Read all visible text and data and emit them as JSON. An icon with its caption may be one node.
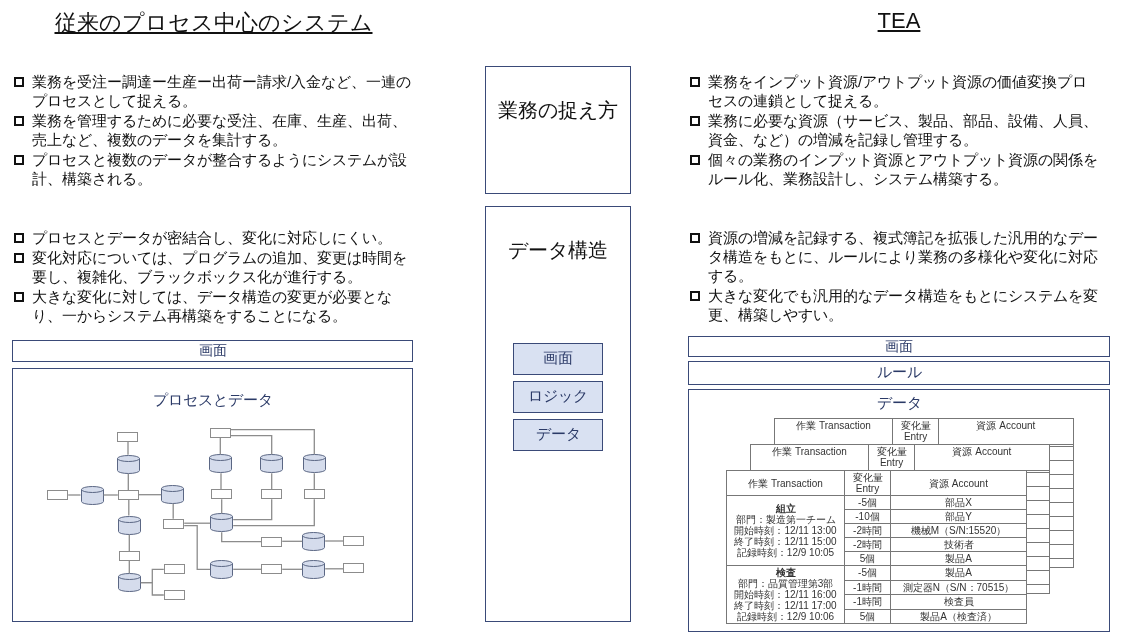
{
  "diagram": {
    "nodes": [
      {
        "text": [
          "業務の捉え方"
        ]
      },
      {
        "text": [
          "データ構造"
        ]
      },
      {
        "text": [
          "画面"
        ],
        "in": 1
      },
      {
        "text": [
          "ロジック"
        ],
        "in": 1
      },
      {
        "text": [
          "データ"
        ],
        "in": 1
      },
      {
        "text": [
          "画面"
        ]
      },
      {
        "text": [
          "プロセスとデータ"
        ]
      },
      {
        "text": [],
        "shape": "box",
        "in": 6
      },
      {
        "text": [],
        "shape": "cylinder",
        "in": 6
      },
      {
        "text": [],
        "shape": "box",
        "in": 6
      },
      {
        "text": [],
        "shape": "cylinder",
        "in": 6
      },
      {
        "text": [],
        "shape": "box",
        "in": 6
      },
      {
        "text": [],
        "shape": "cylinder",
        "in": 6
      },
      {
        "text": [],
        "shape": "box",
        "in": 6
      },
      {
        "text": [],
        "shape": "cylinder",
        "in": 6
      },
      {
        "text": [],
        "shape": "box",
        "in": 6
      },
      {
        "text": [],
        "shape": "cylinder",
        "in": 6
      },
      {
        "text": [],
        "shape": "box",
        "in": 6
      },
      {
        "text": [],
        "shape": "box",
        "in": 6
      },
      {
        "text": [],
        "shape": "box",
        "in": 6
      },
      {
        "text": [],
        "shape": "cylinder",
        "in": 6
      },
      {
        "text": [],
        "shape": "cylinder",
        "in": 6
      },
      {
        "text": [],
        "shape": "cylinder",
        "in": 6
      },
      {
        "text": [],
        "shape": "box",
        "in": 6
      },
      {
        "text": [],
        "shape": "box",
        "in": 6
      },
      {
        "text": [],
        "shape": "box",
        "in": 6
      },
      {
        "text": [],
        "shape": "cylinder",
        "in": 6
      },
      {
        "text": [],
        "shape": "box",
        "in": 6
      },
      {
        "text": [],
        "shape": "cylinder",
        "in": 6
      },
      {
        "text": [],
        "shape": "box",
        "in": 6
      },
      {
        "text": [],
        "shape": "cylinder",
        "in": 6
      },
      {
        "text": [],
        "shape": "box",
        "in": 6
      },
      {
        "text": [],
        "shape": "cylinder",
        "in": 6
      },
      {
        "text": [],
        "shape": "box",
        "in": 6
      },
      {
        "text": [
          "画面"
        ]
      },
      {
        "text": [
          "ルール"
        ]
      },
      {
        "text": [
          "データ"
        ]
      }
    ],
    "edges": [
      {
        "from": 7,
        "to": 8,
        "arrow": "none"
      },
      {
        "from": 8,
        "to": 11,
        "arrow": "none"
      },
      {
        "from": 9,
        "to": 10,
        "arrow": "none"
      },
      {
        "from": 10,
        "to": 11,
        "arrow": "none"
      },
      {
        "from": 11,
        "to": 12,
        "arrow": "none"
      },
      {
        "from": 11,
        "to": 14,
        "arrow": "none"
      },
      {
        "from": 14,
        "to": 15,
        "arrow": "none"
      },
      {
        "from": 15,
        "to": 16,
        "arrow": "none"
      },
      {
        "from": 16,
        "to": 17,
        "arrow": "none"
      },
      {
        "from": 16,
        "to": 18,
        "arrow": "none"
      },
      {
        "from": 12,
        "to": 13,
        "arrow": "none"
      },
      {
        "from": 13,
        "to": 26,
        "arrow": "none"
      },
      {
        "from": 13,
        "to": 30,
        "arrow": "none"
      },
      {
        "from": 19,
        "to": 20,
        "arrow": "none"
      },
      {
        "from": 19,
        "to": 21,
        "arrow": "none"
      },
      {
        "from": 19,
        "to": 22,
        "arrow": "none"
      },
      {
        "from": 20,
        "to": 23,
        "arrow": "none"
      },
      {
        "from": 21,
        "to": 24,
        "arrow": "none"
      },
      {
        "from": 22,
        "to": 25,
        "arrow": "none"
      },
      {
        "from": 23,
        "to": 26,
        "arrow": "none"
      },
      {
        "from": 24,
        "to": 26,
        "arrow": "none"
      },
      {
        "from": 25,
        "to": 26,
        "arrow": "none"
      },
      {
        "from": 26,
        "to": 27,
        "arrow": "none"
      },
      {
        "from": 27,
        "to": 28,
        "arrow": "none"
      },
      {
        "from": 28,
        "to": 29,
        "arrow": "none"
      },
      {
        "from": 30,
        "to": 31,
        "arrow": "none"
      },
      {
        "from": 31,
        "to": 32,
        "arrow": "none"
      },
      {
        "from": 32,
        "to": 33,
        "arrow": "none"
      }
    ],
    "labels": [
      "従来のプロセス中心のシステム",
      "TEA",
      "業務を受注ー調達ー生産ー出荷ー請求/入金など、一連のプロセスとして捉える。",
      "業務を管理するために必要な受注、在庫、生産、出荷、売上など、複数のデータを集計する。",
      "プロセスと複数のデータが整合するようにシステムが設計、構築される。",
      "プロセスとデータが密結合し、変化に対応しにくい。",
      "変化対応については、プログラムの追加、変更は時間を要し、複雑化、ブラックボックス化が進行する。",
      "大きな変化に対しては、データ構造の変更が必要となり、一からシステム再構築をすることになる。",
      "業務をインプット資源/アウトプット資源の価値変換プロセスの連鎖として捉える。",
      "業務に必要な資源（サービス、製品、部品、設備、人員、資金、など）の増減を記録し管理する。",
      "個々の業務のインプット資源とアウトプット資源の関係をルール化、業務設計し、システム構築する。",
      "資源の増減を記録する、複式簿記を拡張した汎用的なデータ構造をもとに、ルールにより業務の多様化や変化に対応する。",
      "大きな変化でも汎用的なデータ構造をもとにシステムを変更、構築しやすい。",
      "作業 Transaction",
      "変化量 Entry",
      "資源 Account",
      "作業 Transaction",
      "変化量 Entry",
      "資源 Account",
      "作業 Transaction",
      "変化量 Entry",
      "資源 Account",
      "組立",
      "部門：製造第一チーム",
      "開始時刻：12/11 13:00",
      "終了時刻：12/11 15:00",
      "記録時刻：12/9 10:05",
      "-5個",
      "部品X",
      "-10個",
      "部品Y",
      "-2時間",
      "機械M（S/N:15520）",
      "-2時間",
      "技術者",
      "5個",
      "製品A",
      "検査",
      "部門：品質管理第3部",
      "開始時刻：12/11 16:00",
      "終了時刻：12/11 17:00",
      "記録時刻：12/9 10:06",
      "-5個",
      "製品A",
      "-1時間",
      "測定器N（S/N：70515）",
      "-1時間",
      "検査員",
      "5個",
      "製品A（検査済）"
    ]
  }
}
